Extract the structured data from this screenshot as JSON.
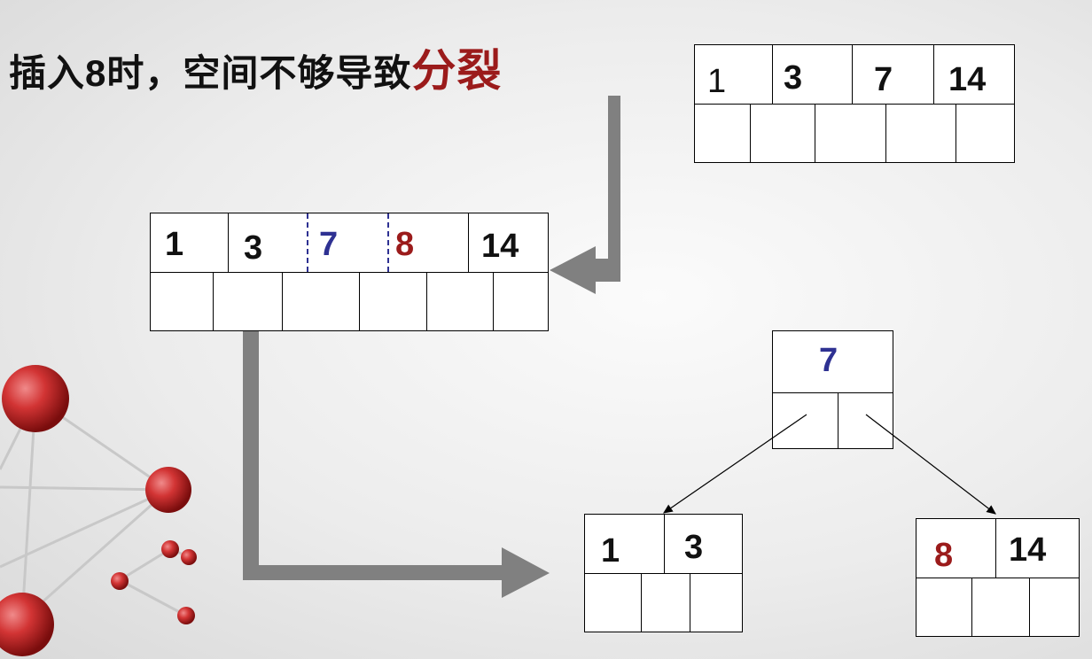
{
  "title": {
    "text": "插入8时，空间不够导致",
    "highlight": "分裂"
  },
  "colors": {
    "key_blue": "#2e3192",
    "key_red": "#9b1b1b",
    "arrow_gray": "#808080"
  },
  "full_node": {
    "keys": [
      "1",
      "3",
      "7",
      "14"
    ]
  },
  "overflow_node": {
    "keys": [
      "1",
      "3",
      "7",
      "8",
      "14"
    ]
  },
  "root_node": {
    "keys": [
      "7"
    ]
  },
  "left_child": {
    "keys": [
      "1",
      "3"
    ]
  },
  "right_child": {
    "keys": [
      "8",
      "14"
    ]
  }
}
